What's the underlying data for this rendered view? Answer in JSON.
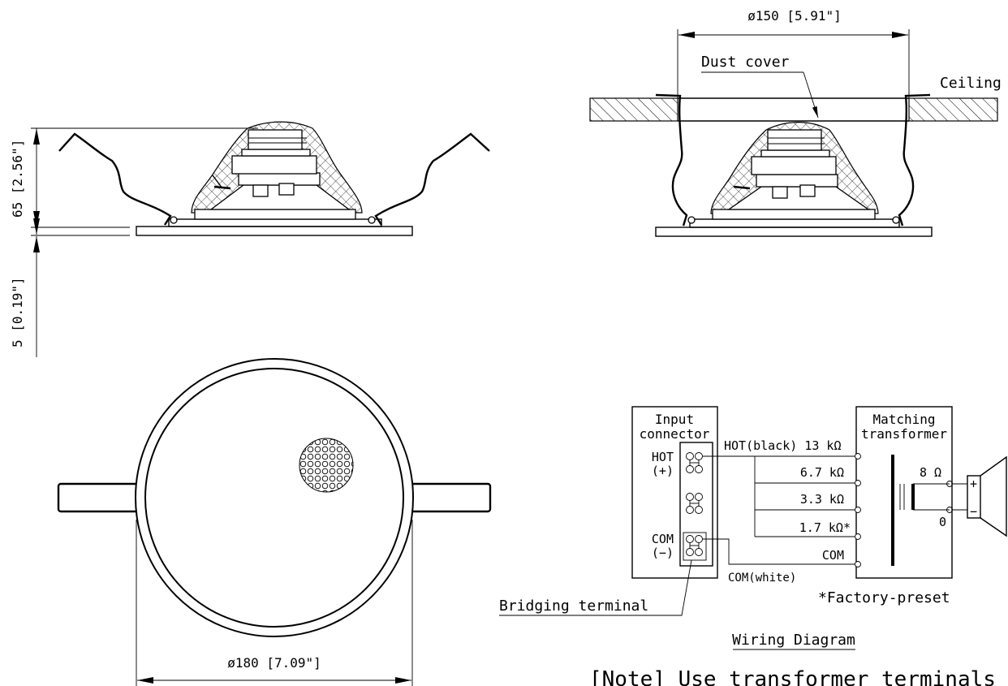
{
  "dimensions": {
    "cutout_diameter": "ø150 [5.91\"]",
    "outer_diameter": "ø180 [7.09\"]",
    "height": "65 [2.56\"]",
    "flange_thickness": "5 [0.19\"]"
  },
  "callouts": {
    "dust_cover": "Dust cover",
    "ceiling": "Ceiling",
    "bridging_terminal": "Bridging terminal"
  },
  "wiring": {
    "input_connector": [
      "Input",
      "connector"
    ],
    "matching_transformer": [
      "Matching",
      "transformer"
    ],
    "hot_label": [
      "HOT",
      "(+)"
    ],
    "com_label": [
      "COM",
      "(−)"
    ],
    "taps": [
      {
        "label": "HOT(black) 13 kΩ"
      },
      {
        "label": "6.7 kΩ"
      },
      {
        "label": "3.3 kΩ"
      },
      {
        "label": "1.7 kΩ*"
      },
      {
        "label": "COM"
      }
    ],
    "com_wire": "COM(white)",
    "speaker_impedance": "8 Ω",
    "zero_terminal": "0",
    "plus": "+",
    "minus": "−",
    "footnote": "*Factory-preset",
    "title": "Wiring Diagram"
  },
  "note": "[Note] Use transformer terminals"
}
